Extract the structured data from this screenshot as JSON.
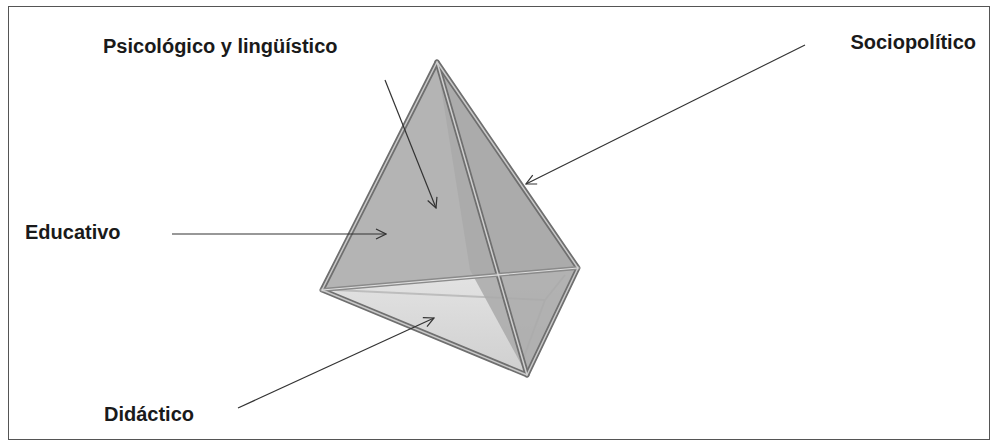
{
  "diagram": {
    "labels": [
      "Psicológico y lingüístico",
      "Sociopolítico",
      "Educativo",
      "Didáctico"
    ]
  }
}
